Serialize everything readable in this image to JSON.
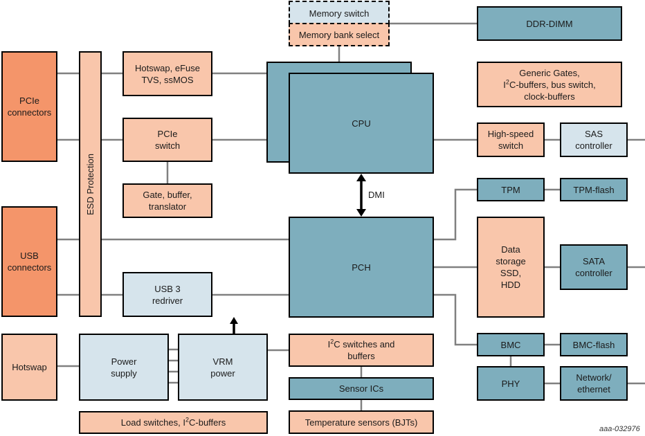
{
  "diagram": {
    "colors": {
      "connector": "#f4956a",
      "support": "#f9c6ab",
      "core": "#7eaebd",
      "interface": "#d6e4ec",
      "wire": "#808080",
      "outline": "#000000"
    },
    "blocks": {
      "pcie_connectors": "PCIe connectors",
      "usb_connectors": "USB connectors",
      "hotswap": "Hotswap",
      "esd_protection": "ESD Protection",
      "hotswap_efuse": "Hotswap, eFuse TVS, ssMOS",
      "pcie_switch": "PCIe switch",
      "gate_buffer": "Gate, buffer, translator",
      "usb3_redriver": "USB 3 redriver",
      "power_supply": "Power supply",
      "vrm_power": "VRM power",
      "load_switches": "Load switches, I²C-buffers",
      "memory_switch": "Memory switch",
      "memory_bank_select": "Memory bank select",
      "cpu": "CPU",
      "pch": "PCH",
      "i2c_switches": "I²C switches and buffers",
      "sensor_ics": "Sensor ICs",
      "temp_sensors": "Temperature sensors (BJTs)",
      "ddr_dimm": "DDR-DIMM",
      "generic_gates": "Generic Gates, I²C-buffers, bus switch, clock-buffers",
      "high_speed_switch": "High-speed switch",
      "sas_controller": "SAS controller",
      "tpm": "TPM",
      "tpm_flash": "TPM-flash",
      "data_storage": "Data storage SSD, HDD",
      "sata_controller": "SATA controller",
      "bmc": "BMC",
      "bmc_flash": "BMC-flash",
      "phy": "PHY",
      "network": "Network/ ethernet"
    },
    "labels": {
      "dmi": "DMI",
      "figure_code": "aaa-032976"
    },
    "text_lines": {
      "pcie_connectors": [
        "PCIe",
        "connectors"
      ],
      "usb_connectors": [
        "USB",
        "connectors"
      ],
      "hotswap_efuse": [
        "Hotswap, eFuse",
        "TVS, ssMOS"
      ],
      "pcie_switch": [
        "PCIe",
        "switch"
      ],
      "gate_buffer": [
        "Gate, buffer,",
        "translator"
      ],
      "usb3_redriver": [
        "USB 3",
        "redriver"
      ],
      "power_supply": [
        "Power",
        "supply"
      ],
      "vrm_power": [
        "VRM",
        "power"
      ],
      "load_switches_a": "Load switches, I",
      "load_switches_sup": "2",
      "load_switches_b": "C-buffers",
      "i2c_switches_a": "I",
      "i2c_switches_sup": "2",
      "i2c_switches_b": "C switches and",
      "i2c_switches_c": "buffers",
      "generic_gates_1": "Generic Gates,",
      "generic_gates_2a": "I",
      "generic_gates_2sup": "2",
      "generic_gates_2b": "C-buffers, bus switch,",
      "generic_gates_3": "clock-buffers",
      "high_speed_switch": [
        "High-speed",
        "switch"
      ],
      "sas_controller": [
        "SAS",
        "controller"
      ],
      "data_storage": [
        "Data",
        "storage",
        "SSD,",
        "HDD"
      ],
      "sata_controller": [
        "SATA",
        "controller"
      ],
      "network": [
        "Network/",
        "ethernet"
      ]
    }
  }
}
